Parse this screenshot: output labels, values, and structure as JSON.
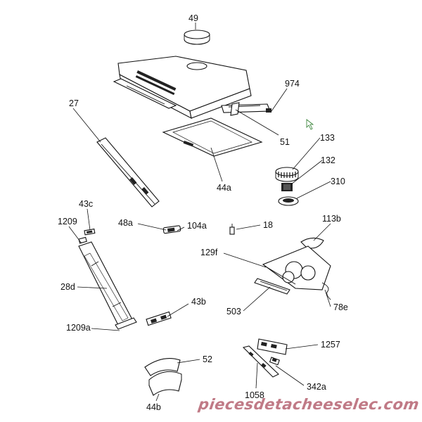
{
  "diagram": {
    "callouts": [
      {
        "id": "49",
        "text": "49"
      },
      {
        "id": "974",
        "text": "974"
      },
      {
        "id": "27",
        "text": "27"
      },
      {
        "id": "51",
        "text": "51"
      },
      {
        "id": "133",
        "text": "133"
      },
      {
        "id": "132",
        "text": "132"
      },
      {
        "id": "44a",
        "text": "44a"
      },
      {
        "id": "310",
        "text": "310"
      },
      {
        "id": "43c",
        "text": "43c"
      },
      {
        "id": "1209",
        "text": "1209"
      },
      {
        "id": "48a",
        "text": "48a"
      },
      {
        "id": "104a",
        "text": "104a"
      },
      {
        "id": "18",
        "text": "18"
      },
      {
        "id": "113b",
        "text": "113b"
      },
      {
        "id": "129f",
        "text": "129f"
      },
      {
        "id": "28d",
        "text": "28d"
      },
      {
        "id": "43b",
        "text": "43b"
      },
      {
        "id": "503",
        "text": "503"
      },
      {
        "id": "78e",
        "text": "78e"
      },
      {
        "id": "1209a",
        "text": "1209a"
      },
      {
        "id": "1257",
        "text": "1257"
      },
      {
        "id": "52",
        "text": "52"
      },
      {
        "id": "342a",
        "text": "342a"
      },
      {
        "id": "44b",
        "text": "44b"
      },
      {
        "id": "1058",
        "text": "1058"
      }
    ]
  },
  "watermark": "piecesdetacheeselec.com"
}
